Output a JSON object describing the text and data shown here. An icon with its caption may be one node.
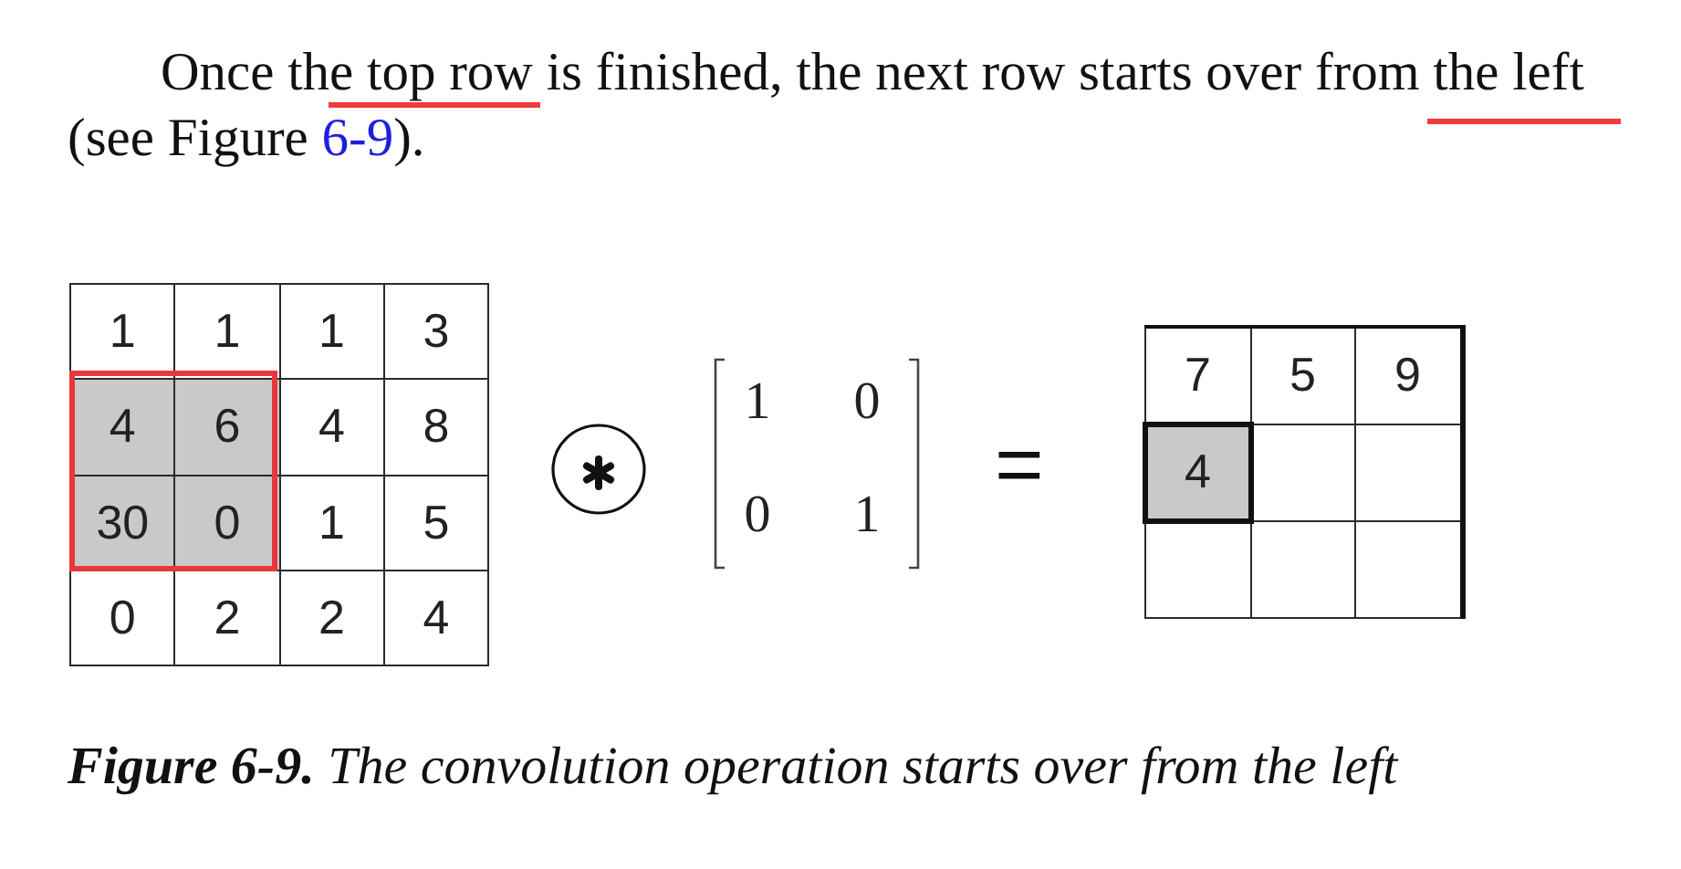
{
  "diagram": {
    "caption": "**Figure 6-9.** The convolution operation starts over from the left",
    "labels": [
      "Once the top row is finished, the next row starts over from the left (see Figure",
      "6-9",
      ").",
      "1",
      "1",
      "1",
      "3",
      "4",
      "6",
      "4",
      "8",
      "30",
      "0",
      "1",
      "5",
      "0",
      "2",
      "2",
      "4",
      "1",
      "0",
      "0",
      "1",
      "=",
      "7",
      "5",
      "9",
      "4"
    ]
  }
}
